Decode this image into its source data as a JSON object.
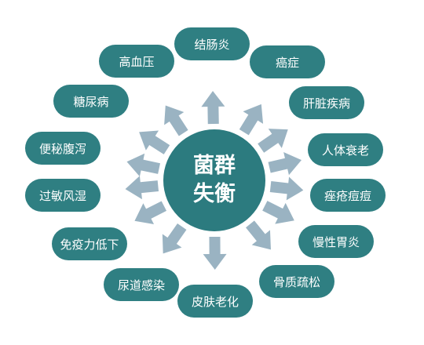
{
  "center": {
    "line1": "菌群",
    "line2": "失衡"
  },
  "nodes": [
    "结肠炎",
    "癌症",
    "肝脏疾病",
    "人体衰老",
    "痤疮痘痘",
    "慢性胃炎",
    "骨质疏松",
    "皮肤老化",
    "尿道感染",
    "免疫力低下",
    "过敏风湿",
    "便秘腹泻",
    "糖尿病",
    "高血压"
  ],
  "colors": {
    "center": "#2c7b7f",
    "node": "#2f7f82",
    "arrow": "#9ab3c2",
    "text": "#ffffff"
  }
}
